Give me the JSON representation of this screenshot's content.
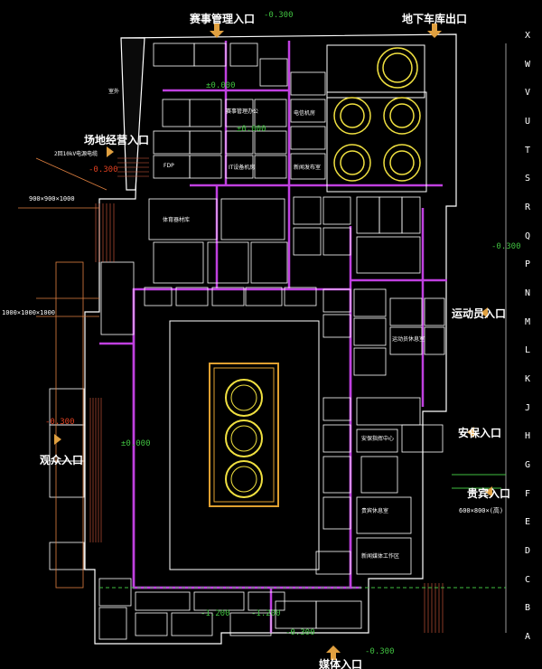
{
  "entrances": {
    "event_mgmt": "赛事管理入口",
    "underground_exit": "地下车库出口",
    "field_mgmt": "场地经营入口",
    "spectator": "观众入口",
    "athletes": "运动员入口",
    "security": "安保入口",
    "vip": "贵宾入口",
    "media": "媒体入口"
  },
  "grid_axes": [
    "X",
    "W",
    "V",
    "U",
    "T",
    "S",
    "R",
    "Q",
    "P",
    "N",
    "M",
    "L",
    "K",
    "J",
    "H",
    "G",
    "F",
    "E",
    "D",
    "C",
    "B",
    "A"
  ],
  "levels": {
    "top": "-0.300",
    "upper_left_a": "±0.000",
    "upper_left_b": "±0.000",
    "left_upper": "-0.300",
    "left_lower": "-0.300",
    "center": "±0.000",
    "right_q": "-0.300",
    "bottom_a": "-1.200",
    "bottom_b": "-1.200",
    "bottom_c": "-0.300",
    "bottom_d": "-0.300"
  },
  "dimensions": {
    "d1": "900×900×1000",
    "d2": "1000×1000×1000",
    "d3": "600×800×(高)"
  },
  "notes": {
    "transformer": "2回10kV电源电缆",
    "outdoor": "室外"
  },
  "rooms": {
    "r1": "FDP",
    "r2": "IT设备机房",
    "r3": "电信机房",
    "r4": "赛事管理办公",
    "r5": "新闻发布室",
    "r6": "运动员休息室",
    "r7": "体育器材库",
    "r8": "安保指挥中心",
    "r9": "贵宾休息室",
    "r10": "新闻媒体工作区"
  }
}
